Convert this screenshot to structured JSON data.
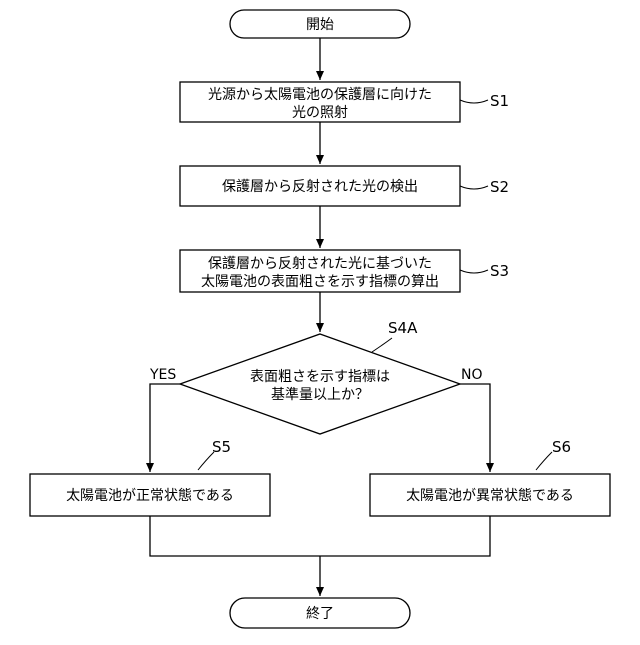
{
  "start": {
    "label": "開始"
  },
  "end": {
    "label": "終了"
  },
  "steps": [
    {
      "id": "S1",
      "lines": [
        "光源から太陽電池の保護層に向けた",
        "光の照射"
      ]
    },
    {
      "id": "S2",
      "lines": [
        "保護層から反射された光の検出"
      ]
    },
    {
      "id": "S3",
      "lines": [
        "保護層から反射された光に基づいた",
        "太陽電池の表面粗さを示す指標の算出"
      ]
    }
  ],
  "decision": {
    "id": "S4A",
    "lines": [
      "表面粗さを示す指標は",
      "基準量以上か？"
    ],
    "yes_label": "YES",
    "no_label": "NO"
  },
  "outcomes": [
    {
      "id": "S5",
      "text": "太陽電池が正常状態である"
    },
    {
      "id": "S6",
      "text": "太陽電池が異常状態である"
    }
  ]
}
